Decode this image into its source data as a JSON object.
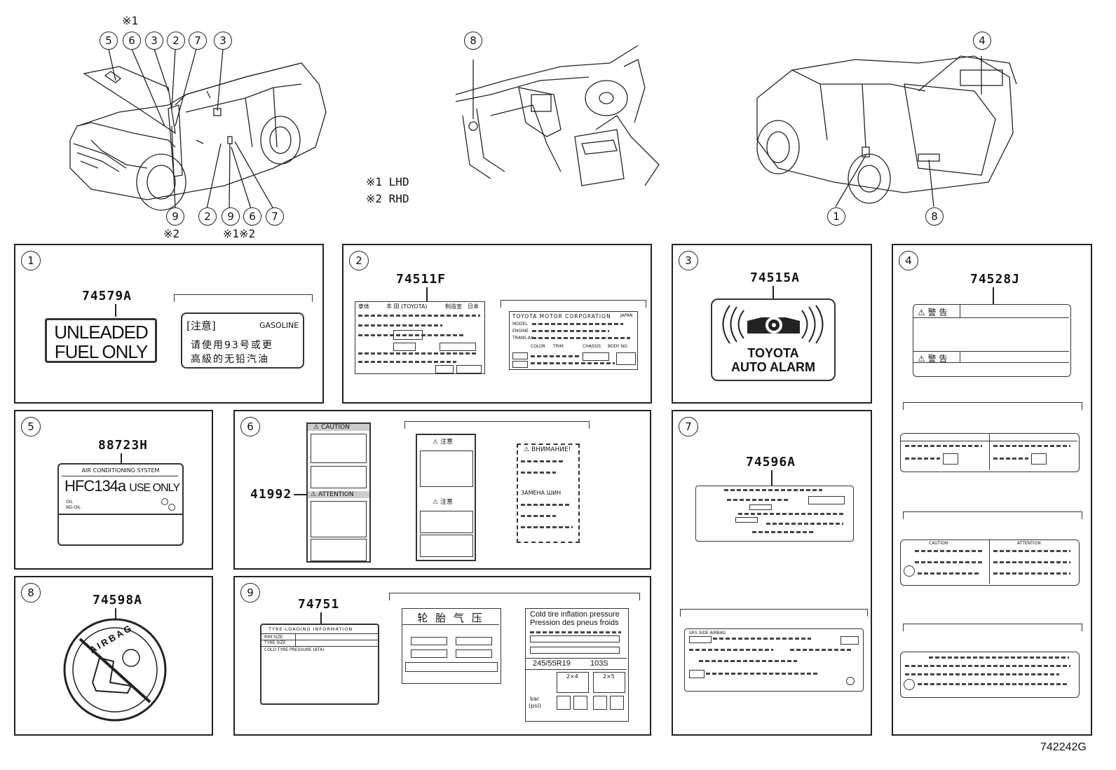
{
  "callouts": {
    "front_car": {
      "top": [
        "5",
        "6",
        "3",
        "2",
        "7",
        "3"
      ],
      "top_note": "※1",
      "bottom": [
        "9",
        "2",
        "9",
        "6",
        "7"
      ],
      "bottom_notes": [
        "※2",
        "※1※2"
      ]
    },
    "interior": {
      "top": [
        "8"
      ]
    },
    "rear_car": {
      "top": [
        "4"
      ],
      "bottom": [
        "1",
        "8"
      ]
    }
  },
  "legend": {
    "note1": "※1  LHD",
    "note2": "※2  RHD"
  },
  "panels": [
    {
      "num": "1",
      "part": "74579A",
      "label_line1": "UNLEADED",
      "label_line2": "FUEL ONLY",
      "cn_title": "[注意]",
      "cn_fuel": "GASOLINE",
      "cn_line1": "请使用93号或更",
      "cn_line2": "高級的无铅汽油"
    },
    {
      "num": "2",
      "part": "74511F",
      "left_header": [
        "車体",
        "丰 田 (TOYOTA)",
        "制造宣",
        "日本"
      ],
      "right_header": "TOYOTA MOTOR CORPORATION",
      "right_code": "JAPAN",
      "right_rows": [
        "MODEL",
        "ENGINE",
        "TRANS.AX"
      ],
      "right_cols": [
        "COLOR",
        "TRIM",
        "CHASSIS",
        "BODY NO."
      ]
    },
    {
      "num": "3",
      "part": "74515A",
      "line1": "TOYOTA",
      "line2": "AUTO ALARM"
    },
    {
      "num": "4",
      "part": "74528J",
      "warn1": "警 告",
      "warn2": "警 告",
      "sub1": "CAUTION",
      "sub2": "ATTENTION"
    },
    {
      "num": "5",
      "part": "88723H",
      "header": "AIR CONDITIONING SYSTEM",
      "main": "HFC134a",
      "main2": "USE ONLY",
      "oil1": "OIL",
      "oil2": "ND-OIL"
    },
    {
      "num": "6",
      "part": "41992",
      "caution": "CAUTION",
      "attention": "ATTENTION",
      "zh1": "注意",
      "zh2": "注意",
      "ru": "ВНИМАНИЕ!",
      "ru2": "ЗАМЕНА ШИН"
    },
    {
      "num": "7",
      "part": "74596A",
      "airbag_tag": "SRS SIDE AIRBAG"
    },
    {
      "num": "8",
      "part": "74598A",
      "word": "AIRBAG"
    },
    {
      "num": "9",
      "part": "74751",
      "tire_header": "TYRE-LOADING INFORMATION",
      "tire_row1": "RIM SIZE",
      "tire_row2": "TYRE SIZE",
      "tire_row3": "COLD TYRE PRESSURE (BTA)",
      "cn_title": "轮 胎 气 压",
      "cold1": "Cold tire inflation pressure",
      "cold2": "Pression des pneus froids",
      "size": "245/55R19",
      "load": "103S",
      "axle1": "2×4",
      "axle2": "2×5",
      "unit1": "bar",
      "unit2": "(psi)"
    }
  ],
  "diagram_code": "742242G"
}
